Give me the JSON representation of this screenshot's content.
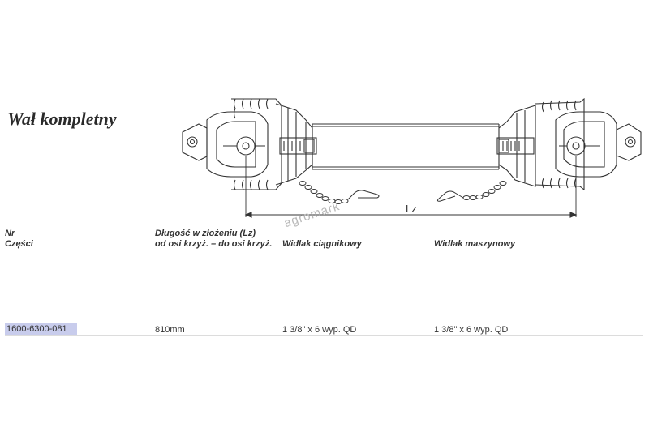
{
  "title": "Wał kompletny",
  "drawing": {
    "dimension_label": "Lz",
    "watermark": "agromark"
  },
  "table": {
    "headers": {
      "part_no": [
        "Nr",
        "Części"
      ],
      "length": [
        "Długość w złożeniu (Lz)",
        "od osi krzyż. – do osi krzyż."
      ],
      "tractor_yoke": [
        "Widlak ciągnikowy"
      ],
      "machine_yoke": [
        "Widlak maszynowy"
      ]
    },
    "rows": [
      {
        "part_no": "1600-6300-081",
        "length": "810mm",
        "tractor_yoke": "1 3/8\" x 6 wyp. QD",
        "machine_yoke": "1 3/8\" x 6 wyp. QD"
      }
    ]
  },
  "colors": {
    "highlight": "#c8ccec",
    "line": "#333333"
  }
}
